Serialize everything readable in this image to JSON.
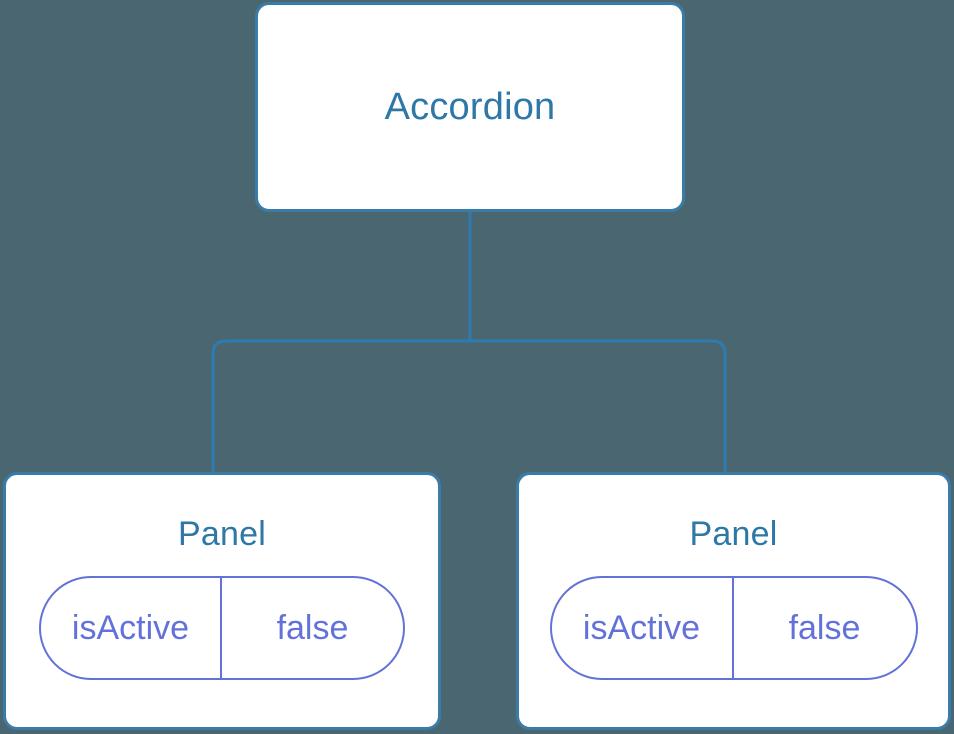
{
  "diagram": {
    "type": "component-tree",
    "background_color": "#4a6771",
    "node_border_color": "#3a7ca8",
    "node_fill_color": "#ffffff",
    "node_title_color": "#2e78a8",
    "state_pill_color": "#6272d8",
    "connector_color": "#2e7bb0",
    "root": {
      "label": "Accordion"
    },
    "children": [
      {
        "label": "Panel",
        "state": {
          "key": "isActive",
          "value": "false"
        }
      },
      {
        "label": "Panel",
        "state": {
          "key": "isActive",
          "value": "false"
        }
      }
    ]
  }
}
